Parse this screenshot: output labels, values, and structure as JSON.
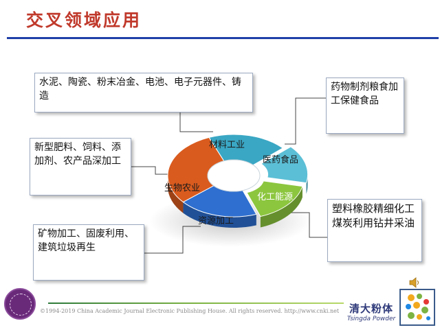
{
  "title": "交叉领域应用",
  "boxes": {
    "top_left": "水泥、陶瓷、粉末冶金、电池、电子元器件、铸造",
    "mid_left": "新型肥料、饲料、添加剂、农产品深加工",
    "bottom_left": "矿物加工、固废利用、建筑垃圾再生",
    "top_right": "药物制剂粮食加工保健食品",
    "bottom_right": "塑料橡胶精细化工煤炭利用钻井采油"
  },
  "segments": {
    "material": "材料工业",
    "medicine": "医药食品",
    "bio": "生物农业",
    "energy": "化工能源",
    "resource": "资源加工"
  },
  "colors": {
    "title": "#c0392b",
    "rule": "#1f3fa8",
    "material": "#3aa7c4",
    "medicine": "#5bbfd6",
    "bio": "#d95b1e",
    "energy": "#8cc63f",
    "resource": "#2e6fd0"
  },
  "footer": {
    "copyright": "©1994-2019 China Academic Journal Electronic Publishing House. All rights reserved.    http://www.cnki.net",
    "brand_cn": "清大粉体",
    "brand_en": "Tsingda Powder"
  }
}
